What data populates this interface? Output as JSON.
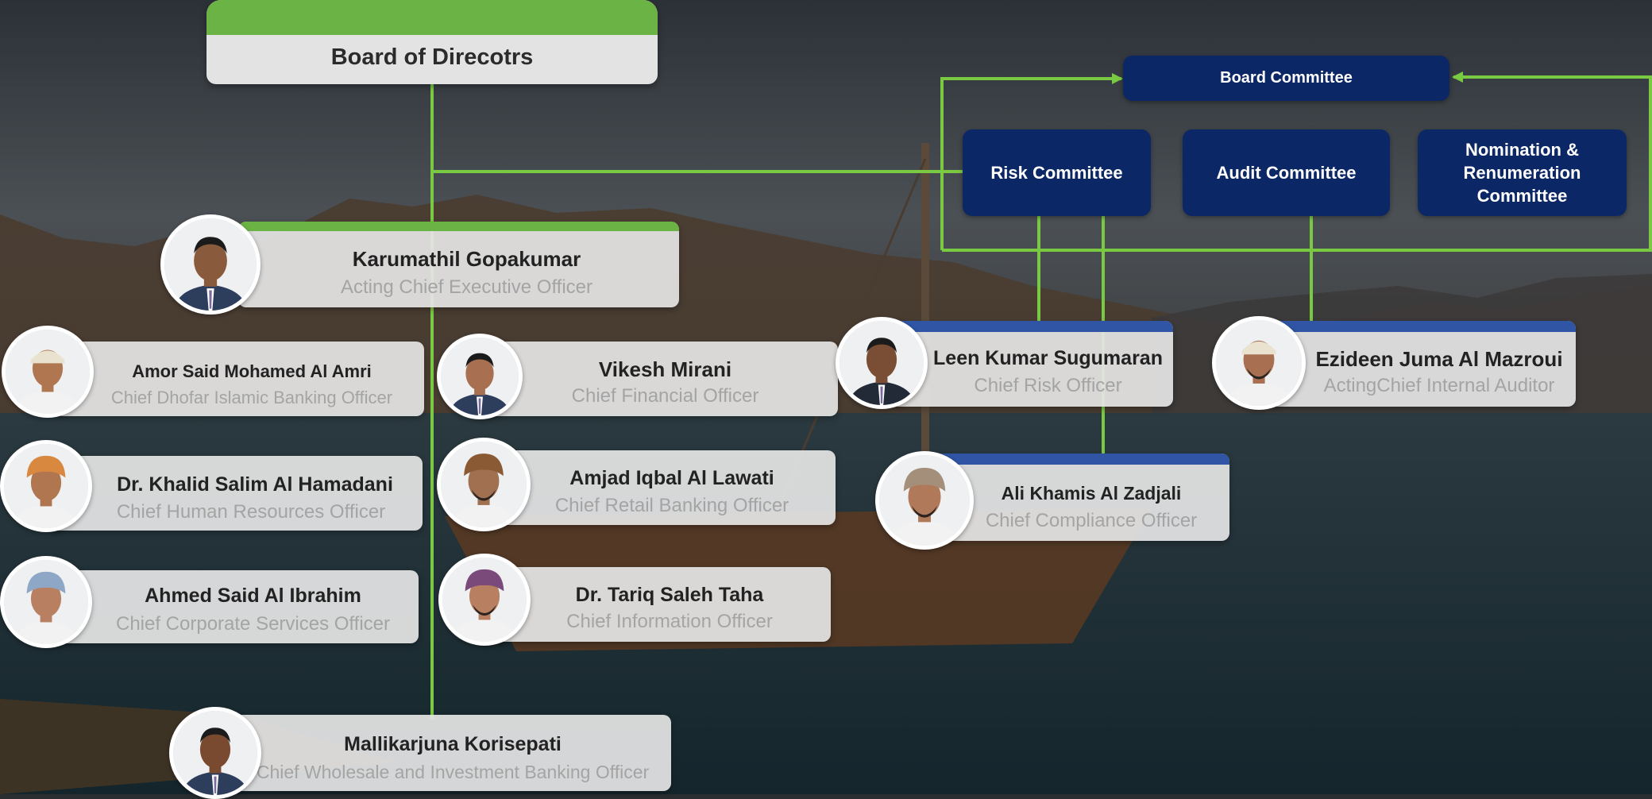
{
  "board": {
    "title": "Board of Direcotrs"
  },
  "committees": {
    "board_committee": "Board Committee",
    "risk": "Risk Committee",
    "audit": "Audit Committee",
    "nomination": "Nomination &\nRenumeration\nCommittee"
  },
  "people": {
    "ceo": {
      "name": "Karumathil Gopakumar",
      "role": "Acting Chief Executive Officer"
    },
    "dhofar": {
      "name": "Amor Said Mohamed Al Amri",
      "role": "Chief Dhofar Islamic Banking Officer"
    },
    "hr": {
      "name": "Dr. Khalid Salim Al Hamadani",
      "role": "Chief Human Resources Officer"
    },
    "corporate": {
      "name": "Ahmed Said Al Ibrahim",
      "role": "Chief Corporate Services Officer"
    },
    "cfo": {
      "name": "Vikesh Mirani",
      "role": "Chief Financial Officer"
    },
    "retail": {
      "name": "Amjad Iqbal Al Lawati",
      "role": "Chief Retail Banking Officer"
    },
    "cio": {
      "name": "Dr. Tariq Saleh Taha",
      "role": "Chief Information Officer"
    },
    "wholesale": {
      "name": "Mallikarjuna Korisepati",
      "role": "Chief Wholesale and Investment Banking Officer"
    },
    "cro": {
      "name": "Leen Kumar Sugumaran",
      "role": "Chief Risk Officer"
    },
    "compliance": {
      "name": "Ali Khamis Al Zadjali",
      "role": "Chief Compliance Officer"
    },
    "auditor": {
      "name": "Ezideen Juma Al Mazroui",
      "role": "ActingChief Internal Auditor"
    }
  },
  "colors": {
    "connector_green": "#7ac943",
    "board_cap_green": "#6bb344",
    "committee_navy": "#0c2766",
    "control_bar_blue": "#2f55a4",
    "role_text_gray": "#a4a4a4"
  },
  "photo_avatars": [
    {
      "id": "ceo",
      "headwear": "none",
      "skin": "#8a5a3c",
      "suit": "#2d3d5c",
      "beard": false
    },
    {
      "id": "dhofar",
      "headwear": "kumma",
      "skin": "#b07650",
      "suit": "#f2f2f2",
      "beard": false
    },
    {
      "id": "hr",
      "headwear": "turban-orange",
      "skin": "#b07650",
      "suit": "#f2f2f2",
      "beard": false
    },
    {
      "id": "corporate",
      "headwear": "turban-blue",
      "skin": "#b88060",
      "suit": "#f2f2f2",
      "beard": false
    },
    {
      "id": "cfo",
      "headwear": "none",
      "skin": "#a87050",
      "suit": "#2d3d5c",
      "beard": false
    },
    {
      "id": "retail",
      "headwear": "turban-brown",
      "skin": "#a07050",
      "suit": "#f2f2f2",
      "beard": true
    },
    {
      "id": "cio",
      "headwear": "turban-purple",
      "skin": "#b88060",
      "suit": "#f2f2f2",
      "beard": true
    },
    {
      "id": "wholesale",
      "headwear": "none",
      "skin": "#7a4a30",
      "suit": "#2d3d5c",
      "beard": false
    },
    {
      "id": "cro",
      "headwear": "none",
      "skin": "#7a4e34",
      "suit": "#222a38",
      "beard": false
    },
    {
      "id": "compliance",
      "headwear": "turban-multi",
      "skin": "#b07a5a",
      "suit": "#f2f2f2",
      "beard": true
    },
    {
      "id": "auditor",
      "headwear": "kumma",
      "skin": "#a87050",
      "suit": "#f2f2f2",
      "beard": true
    }
  ]
}
